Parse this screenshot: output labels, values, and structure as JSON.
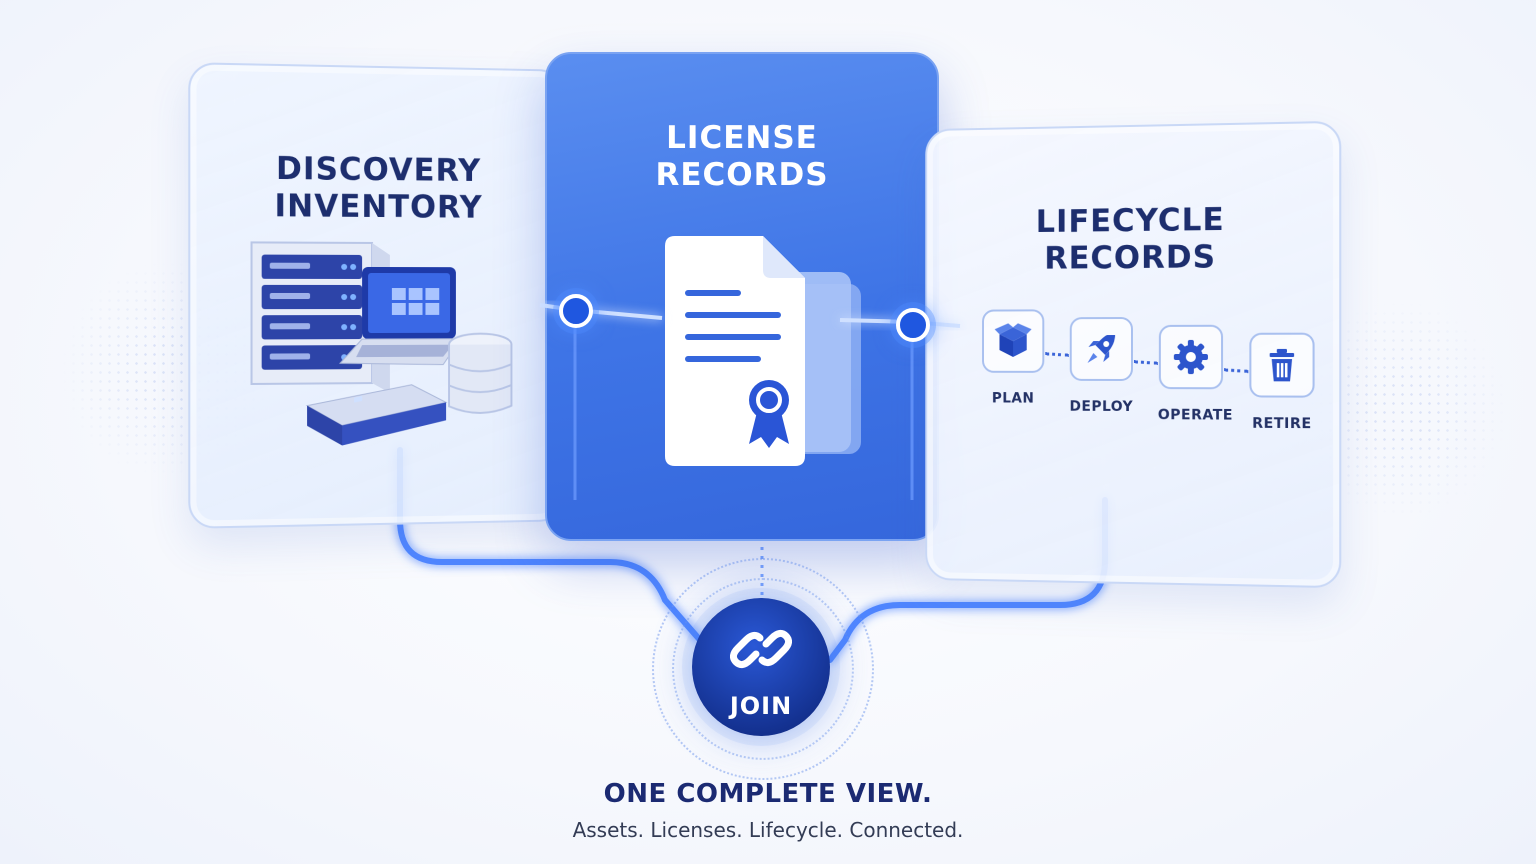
{
  "panels": {
    "discovery": {
      "line1": "DISCOVERY",
      "line2": "INVENTORY"
    },
    "license": {
      "line1": "LICENSE",
      "line2": "RECORDS"
    },
    "lifecycle": {
      "line1": "LIFECYCLE",
      "line2": "RECORDS"
    }
  },
  "lifecycle_steps": [
    {
      "label": "PLAN",
      "icon": "box-icon"
    },
    {
      "label": "DEPLOY",
      "icon": "rocket-icon"
    },
    {
      "label": "OPERATE",
      "icon": "gear-icon"
    },
    {
      "label": "RETIRE",
      "icon": "trash-icon"
    }
  ],
  "join": {
    "label": "JOIN",
    "icon": "link-chain-icon"
  },
  "footer": {
    "tagline": "ONE COMPLETE VIEW.",
    "subline": "Assets.  Licenses.  Lifecycle.  Connected."
  },
  "colors": {
    "primary_blue": "#3e74e6",
    "navy": "#1b2a72",
    "glow": "#4a86ff",
    "panel_light": "#e8effd"
  }
}
